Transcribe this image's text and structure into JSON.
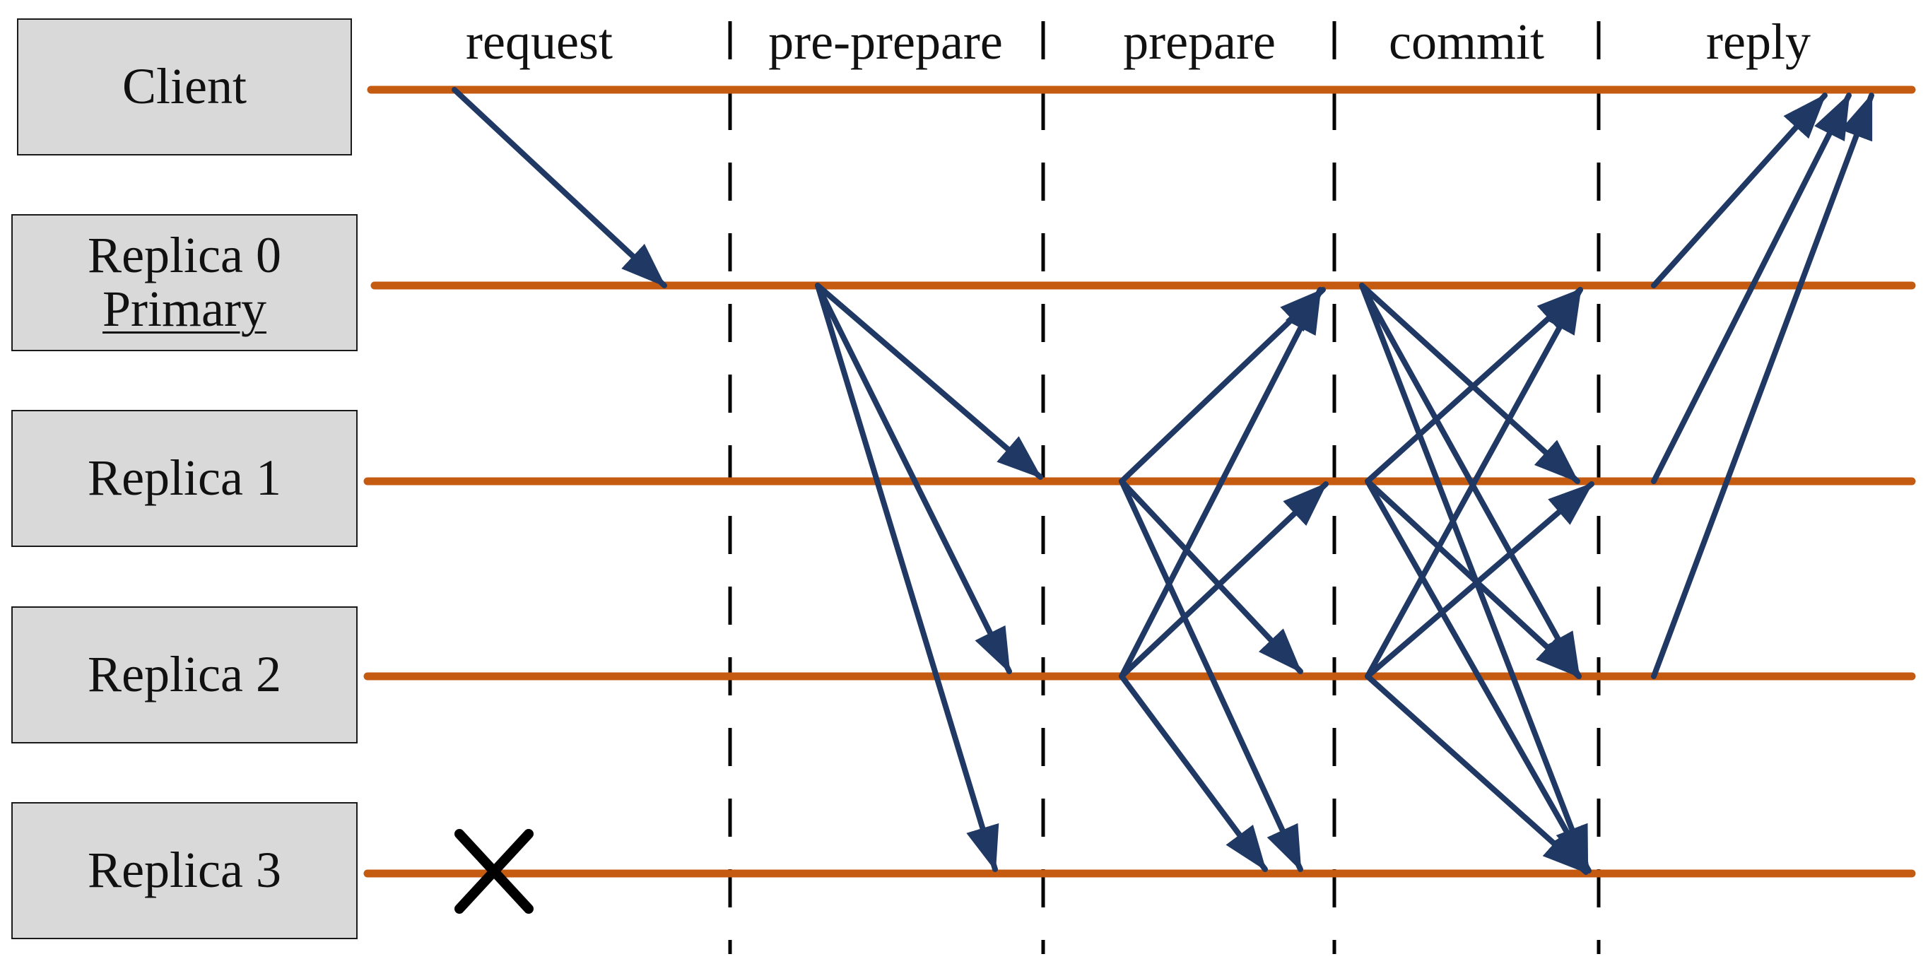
{
  "nodes": [
    {
      "id": "client",
      "label": "Client",
      "sublabel": ""
    },
    {
      "id": "replica0",
      "label": "Replica 0",
      "sublabel": "Primary"
    },
    {
      "id": "replica1",
      "label": "Replica 1",
      "sublabel": ""
    },
    {
      "id": "replica2",
      "label": "Replica 2",
      "sublabel": ""
    },
    {
      "id": "replica3",
      "label": "Replica 3",
      "sublabel": ""
    }
  ],
  "phases": [
    "request",
    "pre-prepare",
    "prepare",
    "commit",
    "reply"
  ],
  "messages": [
    {
      "phase": "request",
      "from": "client",
      "to": "replica0"
    },
    {
      "phase": "pre-prepare",
      "from": "replica0",
      "to": "replica1"
    },
    {
      "phase": "pre-prepare",
      "from": "replica0",
      "to": "replica2"
    },
    {
      "phase": "pre-prepare",
      "from": "replica0",
      "to": "replica3"
    },
    {
      "phase": "prepare",
      "from": "replica1",
      "to": "replica0"
    },
    {
      "phase": "prepare",
      "from": "replica1",
      "to": "replica2"
    },
    {
      "phase": "prepare",
      "from": "replica1",
      "to": "replica3"
    },
    {
      "phase": "prepare",
      "from": "replica2",
      "to": "replica0"
    },
    {
      "phase": "prepare",
      "from": "replica2",
      "to": "replica1"
    },
    {
      "phase": "prepare",
      "from": "replica2",
      "to": "replica3"
    },
    {
      "phase": "commit",
      "from": "replica0",
      "to": "replica1"
    },
    {
      "phase": "commit",
      "from": "replica0",
      "to": "replica2"
    },
    {
      "phase": "commit",
      "from": "replica0",
      "to": "replica3"
    },
    {
      "phase": "commit",
      "from": "replica1",
      "to": "replica0"
    },
    {
      "phase": "commit",
      "from": "replica1",
      "to": "replica2"
    },
    {
      "phase": "commit",
      "from": "replica1",
      "to": "replica3"
    },
    {
      "phase": "commit",
      "from": "replica2",
      "to": "replica0"
    },
    {
      "phase": "commit",
      "from": "replica2",
      "to": "replica1"
    },
    {
      "phase": "commit",
      "from": "replica2",
      "to": "replica3"
    },
    {
      "phase": "reply",
      "from": "replica0",
      "to": "client"
    },
    {
      "phase": "reply",
      "from": "replica1",
      "to": "client"
    },
    {
      "phase": "reply",
      "from": "replica2",
      "to": "client"
    }
  ],
  "faulty_node": "replica3",
  "colors": {
    "timeline": "#c55a11",
    "arrow": "#1f3864",
    "box_fill": "#d9d9d9",
    "divider": "#000000",
    "fault_mark": "#000000"
  }
}
